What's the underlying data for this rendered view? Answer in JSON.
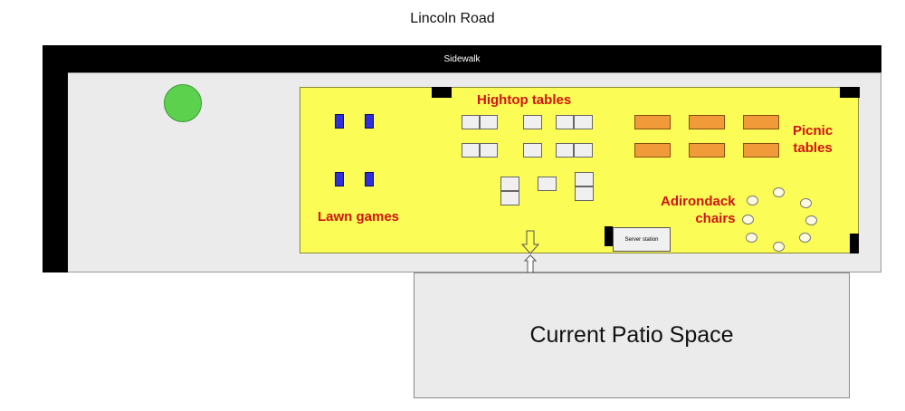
{
  "road": {
    "label": "Lincoln Road"
  },
  "sidewalk": {
    "label": "Sidewalk"
  },
  "zones": {
    "hightop_label": "Hightop tables",
    "picnic_label": "Picnic\ntables",
    "lawn_label": "Lawn games",
    "adirondack_label": "Adirondack\nchairs",
    "server_label": "Server station"
  },
  "patio": {
    "label": "Current Patio Space"
  },
  "colors": {
    "zone": "#fbfc55",
    "labels": "#d01414",
    "lawn_games": "#2f2fd8",
    "picnic_tables": "#f09a3a",
    "tree": "#5cd14e"
  }
}
